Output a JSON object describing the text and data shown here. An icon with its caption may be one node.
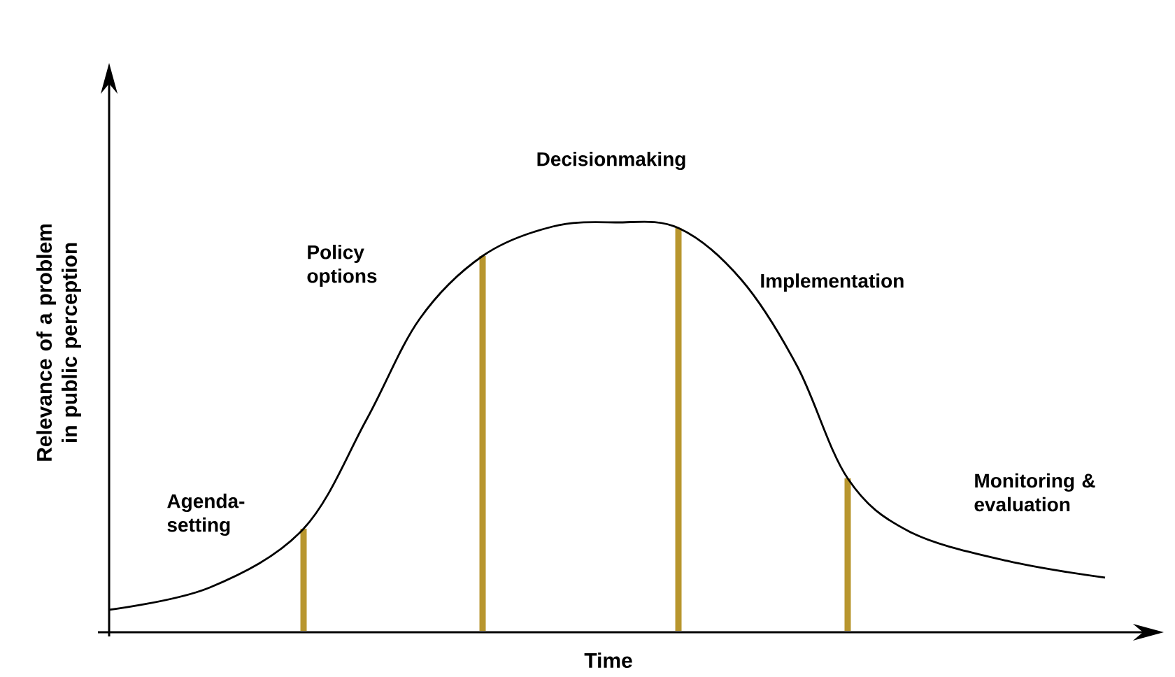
{
  "diagram": {
    "labels": [
      "Relevance of a problem in public perception",
      "Policy options",
      "Decisionmaking",
      "Implementation",
      "Agenda-setting",
      "Monitoring & evaluation",
      "Time"
    ]
  }
}
